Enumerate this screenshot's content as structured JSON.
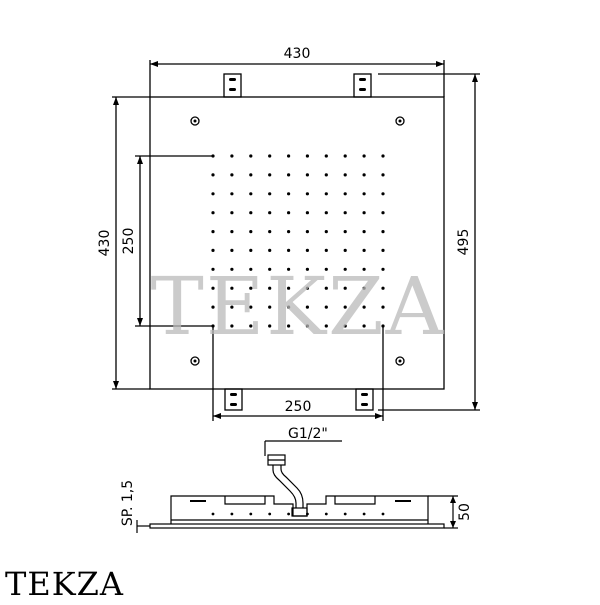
{
  "dimensions": {
    "top_width": "430",
    "left_height": "430",
    "right_height": "495",
    "nozzle_height": "250",
    "nozzle_width": "250",
    "pipe_thread": "G1/2\"",
    "side_plate": "SP. 1,5",
    "side_height": "50"
  },
  "nozzle_grid": {
    "cols": 10,
    "rows": 10
  },
  "watermark": "TEKZA",
  "brand": "TEKZA"
}
